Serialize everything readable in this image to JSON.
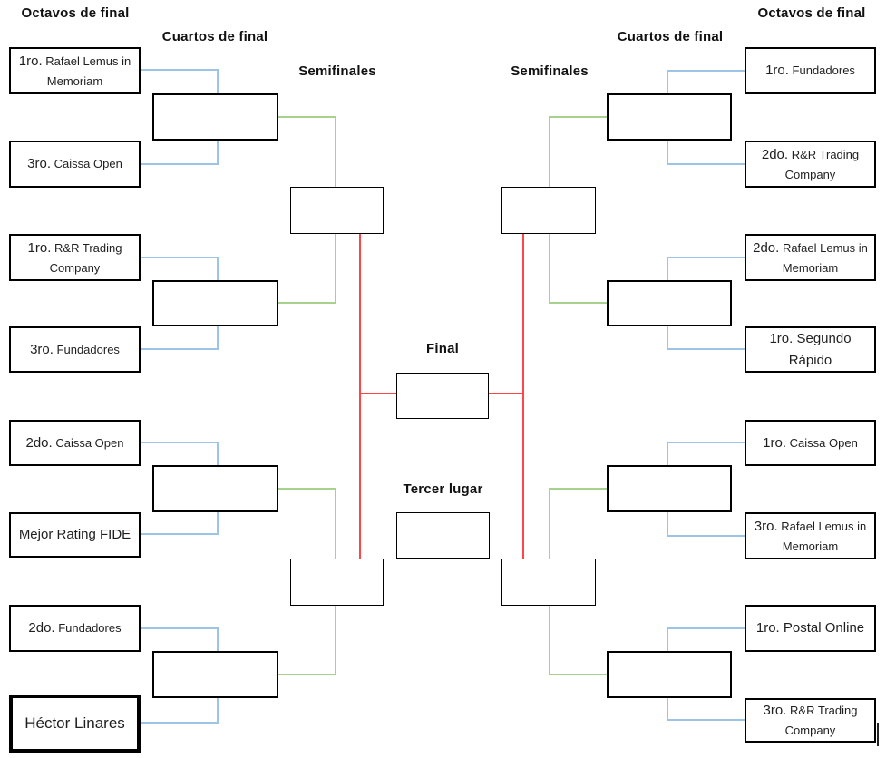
{
  "headers": {
    "octavos_left": "Octavos de final",
    "cuartos_left": "Cuartos de final",
    "semis_left": "Semifinales",
    "semis_right": "Semifinales",
    "cuartos_right": "Cuartos de final",
    "octavos_right": "Octavos de final",
    "final": "Final",
    "tercer_lugar": "Tercer lugar"
  },
  "colors": {
    "line_blue": "#9DC3E6",
    "line_green": "#A9D18E",
    "line_red": "#FF4545",
    "box_border": "#000000",
    "background": "#FFFFFF"
  },
  "teams_left": [
    {
      "prefix": "1ro.",
      "name": "Rafael Lemus in Memoriam"
    },
    {
      "prefix": "3ro.",
      "name": "Caissa Open"
    },
    {
      "prefix": "1ro.",
      "name": "R&R Trading Company"
    },
    {
      "prefix": "3ro.",
      "name": "Fundadores"
    },
    {
      "prefix": "2do.",
      "name": "Caissa Open"
    },
    {
      "prefix": "",
      "name": "Mejor Rating FIDE"
    },
    {
      "prefix": "2do.",
      "name": "Fundadores"
    },
    {
      "prefix": "",
      "name": "Héctor Linares"
    }
  ],
  "teams_right": [
    {
      "prefix": "1ro.",
      "name": "Fundadores"
    },
    {
      "prefix": "2do.",
      "name": "R&R Trading Company"
    },
    {
      "prefix": "2do.",
      "name": "Rafael Lemus in Memoriam"
    },
    {
      "prefix": "1ro.",
      "name": "Segundo Rápido"
    },
    {
      "prefix": "1ro.",
      "name": "Caissa Open"
    },
    {
      "prefix": "3ro.",
      "name": "Rafael Lemus in Memoriam"
    },
    {
      "prefix": "1ro.",
      "name": "Postal Online"
    },
    {
      "prefix": "3ro.",
      "name": "R&R Trading Company"
    }
  ]
}
